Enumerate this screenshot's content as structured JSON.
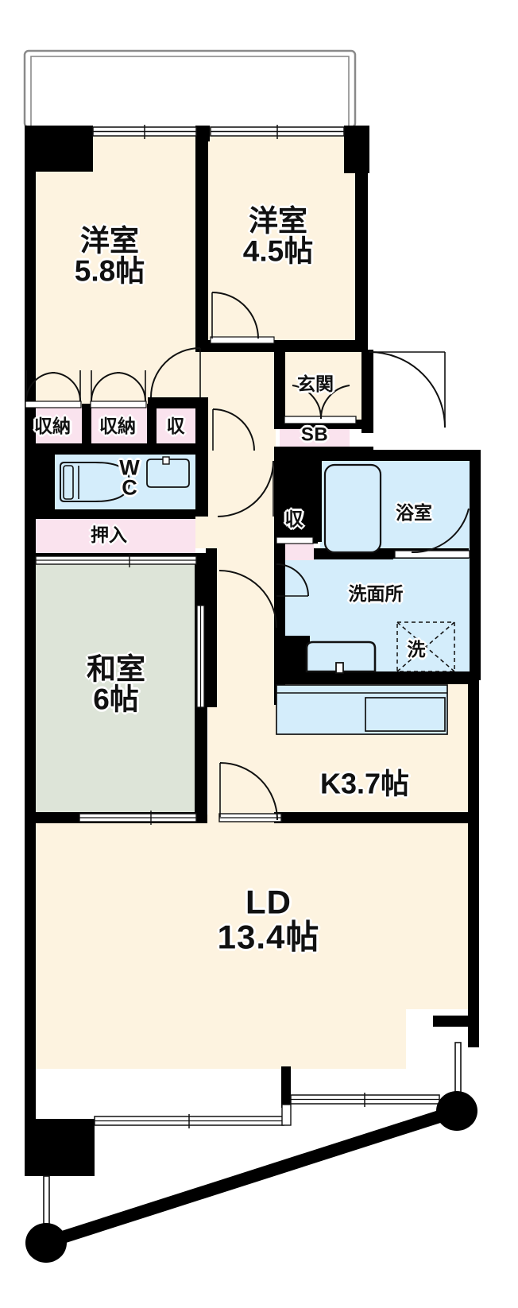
{
  "plan": {
    "title": "マンション間取り図",
    "type": "3LDK floor plan",
    "colors": {
      "room_cream": "#FDF3E0",
      "tatami_green": "#DDE4D8",
      "water_blue": "#D4EDFB",
      "closet_pink": "#FAE3EE",
      "wall_black": "#000000",
      "outline_gray": "#8a8a8a",
      "white": "#FFFFFF"
    },
    "rooms": [
      {
        "id": "bedroom_west",
        "name": "洋室",
        "size": "5.8帖",
        "kind": "western-room",
        "fill": "#FDF3E0"
      },
      {
        "id": "bedroom_north",
        "name": "洋室",
        "size": "4.5帖",
        "kind": "western-room",
        "fill": "#FDF3E0"
      },
      {
        "id": "washitsu",
        "name": "和室",
        "size": "6帖",
        "kind": "japanese-room",
        "fill": "#DDE4D8"
      },
      {
        "id": "living_dining",
        "name": "LD",
        "size": "13.4帖",
        "kind": "living-dining",
        "fill": "#FDF3E0"
      },
      {
        "id": "kitchen",
        "name": "K3.7帖",
        "size": "3.7帖",
        "kind": "kitchen",
        "fill": "#FDF3E0"
      }
    ],
    "service_spaces": [
      {
        "id": "genkan",
        "label": "玄関",
        "kind": "entrance",
        "fill": "#FDF3E0"
      },
      {
        "id": "shoe_box",
        "label": "SB",
        "kind": "shoe-box",
        "fill": "#FAE3EE"
      },
      {
        "id": "bath",
        "label": "浴室",
        "kind": "bathroom",
        "fill": "#D4EDFB"
      },
      {
        "id": "washroom",
        "label": "洗面所",
        "kind": "washroom",
        "fill": "#D4EDFB"
      },
      {
        "id": "washer",
        "label": "洗",
        "kind": "washer-space",
        "fill": "#D4EDFB"
      },
      {
        "id": "toilet",
        "label": "WC",
        "kind": "toilet",
        "fill": "#D4EDFB"
      }
    ],
    "closets": [
      {
        "id": "closet_1",
        "label": "収納",
        "kind": "storage"
      },
      {
        "id": "closet_2",
        "label": "収納",
        "kind": "storage"
      },
      {
        "id": "closet_3",
        "label": "収",
        "kind": "storage-small"
      },
      {
        "id": "closet_4",
        "label": "収",
        "kind": "storage-small"
      },
      {
        "id": "oshiire",
        "label": "押入",
        "kind": "oshiire"
      }
    ],
    "labels": {
      "bedroom_west_name": "洋室",
      "bedroom_west_size": "5.8帖",
      "bedroom_north_name": "洋室",
      "bedroom_north_size": "4.5帖",
      "washitsu_name": "和室",
      "washitsu_size": "6帖",
      "ld_name": "LD",
      "ld_size": "13.4帖",
      "kitchen": "K3.7帖",
      "genkan": "玄関",
      "shoe_box": "SB",
      "bath": "浴室",
      "washroom": "洗面所",
      "washer": "洗",
      "toilet_w": "W",
      "toilet_c": "C",
      "closet_1": "収納",
      "closet_2": "収納",
      "closet_3": "収",
      "closet_4": "収",
      "oshiire": "押入"
    },
    "fixtures": [
      {
        "id": "toilet-bowl",
        "name": "toilet-fixture"
      },
      {
        "id": "hand-basin",
        "name": "hand-basin-fixture"
      },
      {
        "id": "bathtub",
        "name": "bathtub-fixture"
      },
      {
        "id": "vanity-sink",
        "name": "vanity-sink-fixture"
      },
      {
        "id": "washer-pan",
        "name": "washing-machine-space"
      },
      {
        "id": "kitchen-counter",
        "name": "kitchen-counter-fixture"
      },
      {
        "id": "kitchen-sink",
        "name": "kitchen-sink-fixture"
      }
    ],
    "balcony": {
      "top_label": "",
      "bottom_label": "",
      "has_rail": true,
      "rail_posts": 2
    }
  }
}
